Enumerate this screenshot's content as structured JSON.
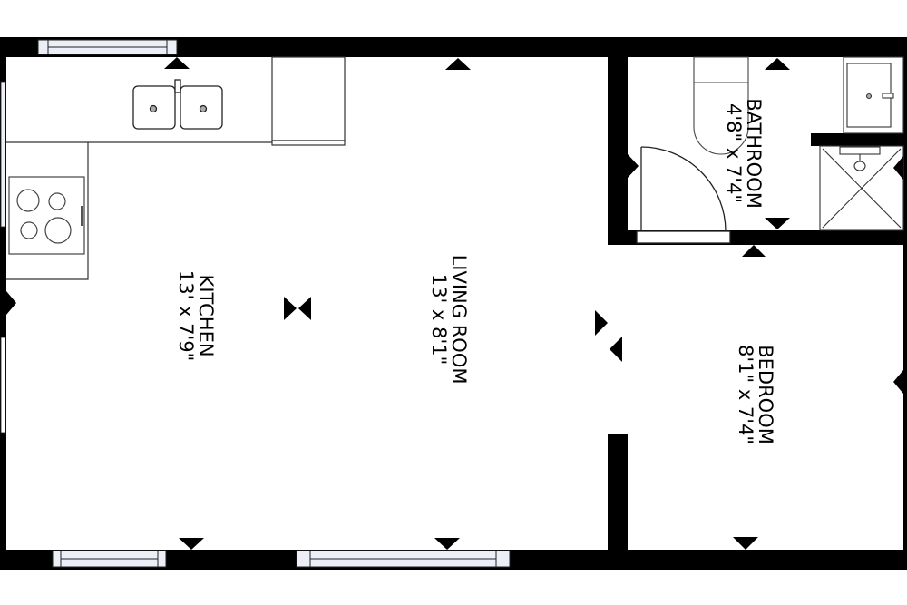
{
  "plan": {
    "wall_color": "#000000",
    "window_fill": "#eceef8",
    "rooms": [
      {
        "name": "KITCHEN",
        "dims": "13' x 7'9\""
      },
      {
        "name": "LIVING ROOM",
        "dims": "13' x 8'1\""
      },
      {
        "name": "BATHROOM",
        "dims": "4'8\" x 7'4\""
      },
      {
        "name": "BEDROOM",
        "dims": "8'1\" x 7'4\""
      }
    ]
  }
}
